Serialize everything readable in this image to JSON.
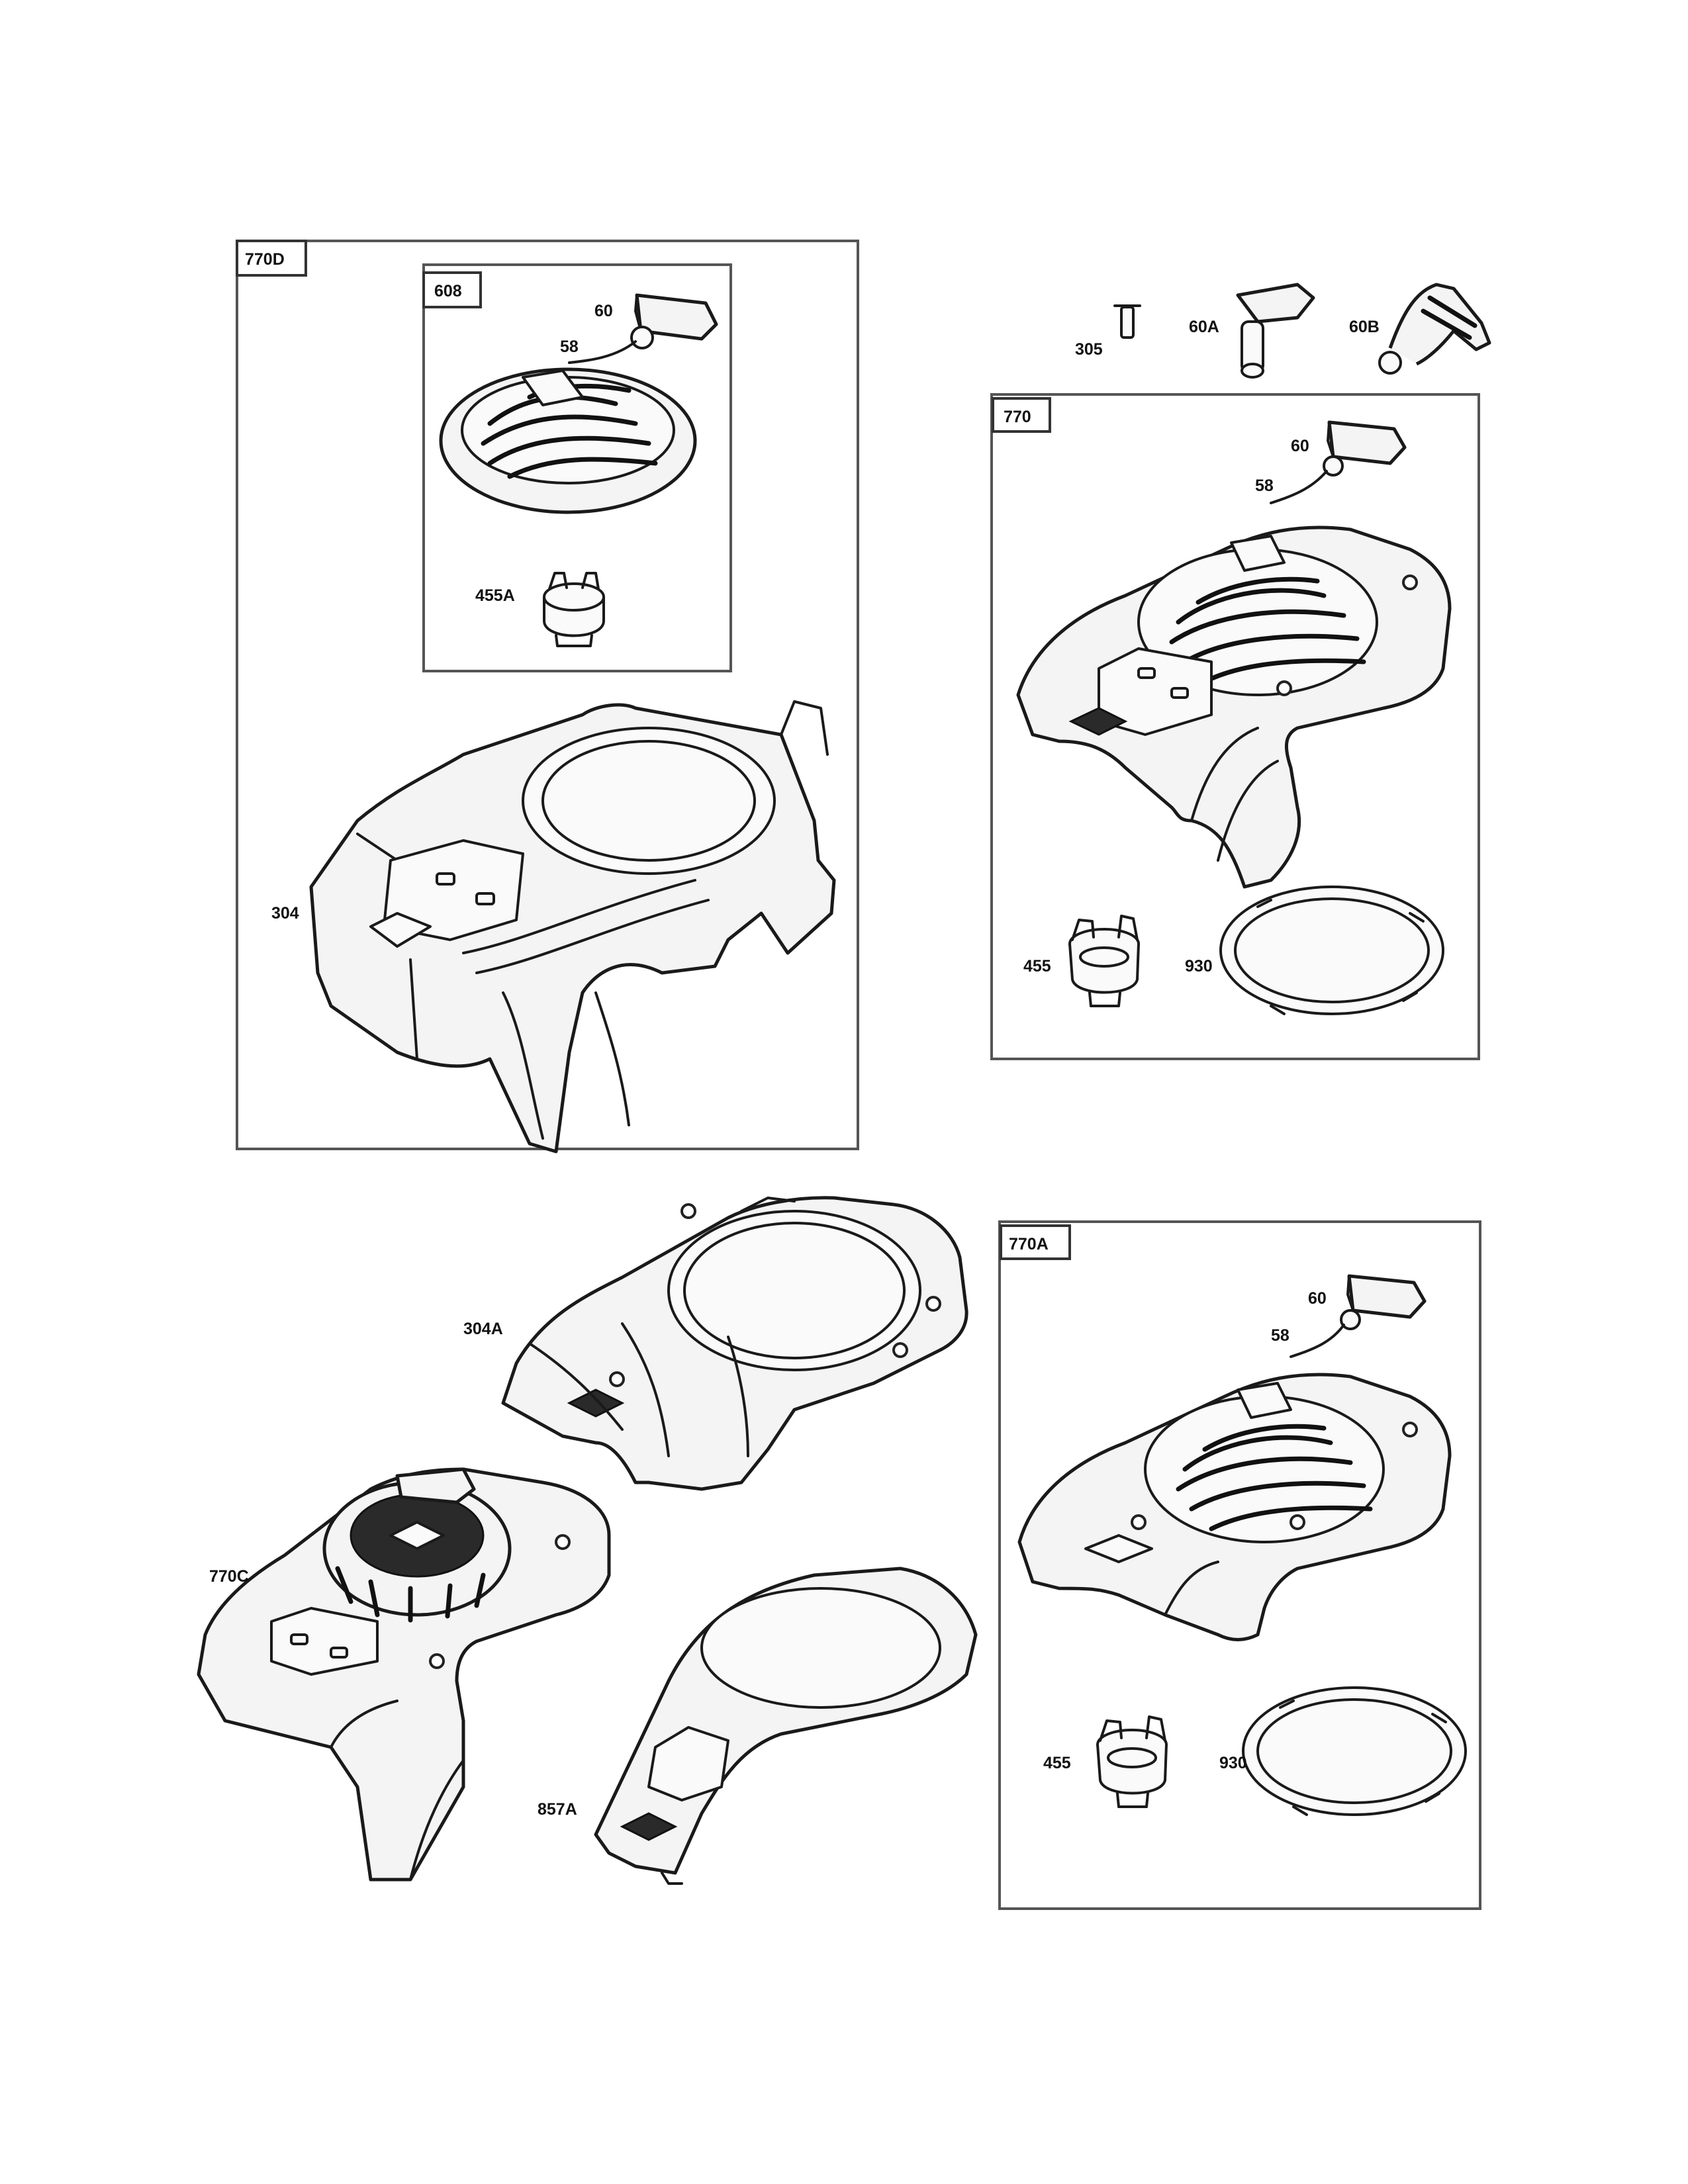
{
  "groups": {
    "g770D": {
      "tag": "770D"
    },
    "g608": {
      "tag": "608"
    },
    "g770": {
      "tag": "770"
    },
    "g770A": {
      "tag": "770A"
    }
  },
  "callouts": {
    "c60_608": "60",
    "c58_608": "58",
    "c455A": "455A",
    "c304": "304",
    "c305": "305",
    "c60A": "60A",
    "c60B": "60B",
    "c60_770": "60",
    "c58_770": "58",
    "c455_770": "455",
    "c930_770": "930",
    "c304A": "304A",
    "c770C": "770C",
    "c857A": "857A",
    "c60_770A": "60",
    "c58_770A": "58",
    "c455_770A": "455",
    "c930_770A": "930"
  }
}
